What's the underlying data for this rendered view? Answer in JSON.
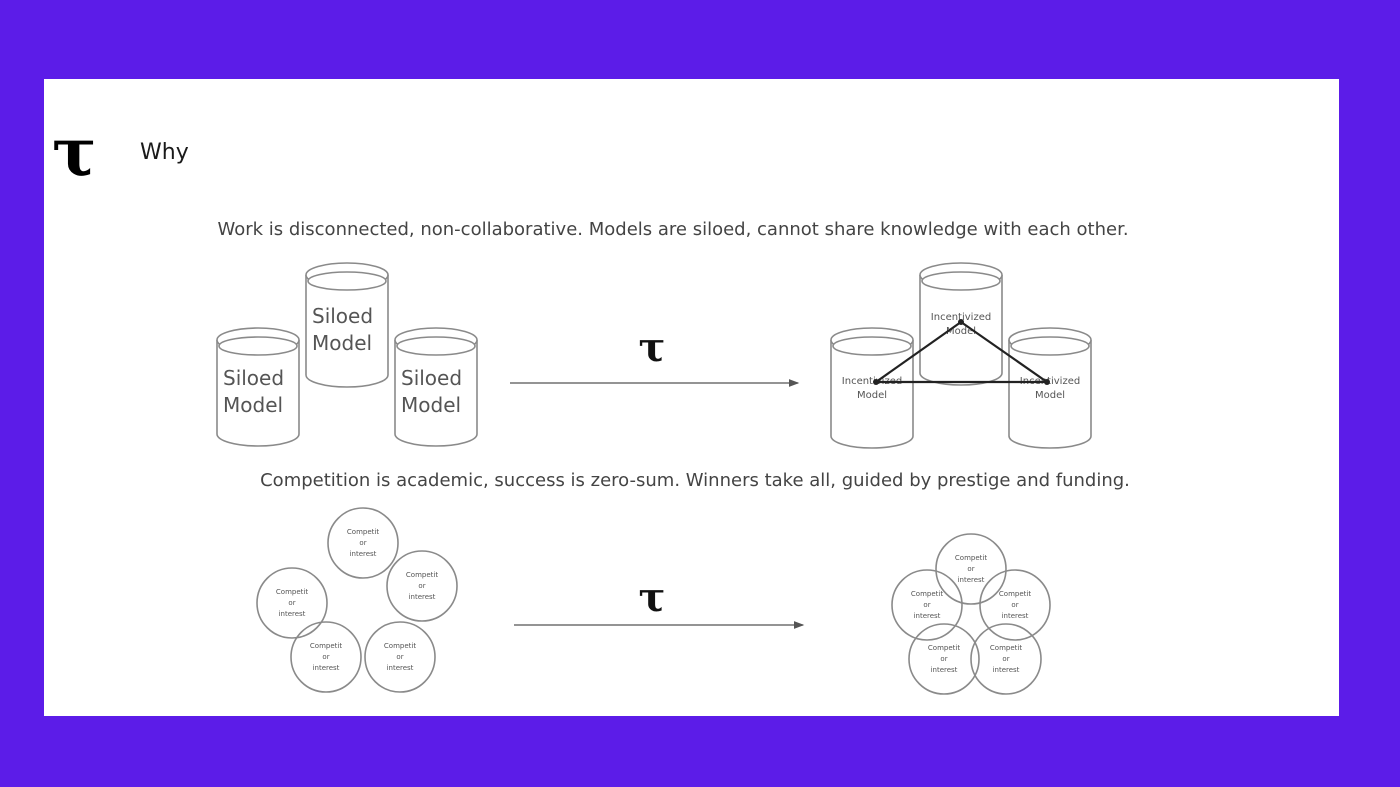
{
  "slide": {
    "logo": "τ",
    "title": "Why"
  },
  "row1": {
    "caption": "Work is disconnected, non-collaborative. Models are siloed, cannot share knowledge with each other.",
    "arrow_symbol": "τ",
    "left_label_line1": "Siloed",
    "left_label_line2": "Model",
    "right_label_line1": "Incentivized",
    "right_label_line2": "Model"
  },
  "row2": {
    "caption": "Competition is academic, success is zero-sum. Winners take all, guided by prestige and funding.",
    "arrow_symbol": "τ",
    "circle_label_line1": "Competit",
    "circle_label_line2": "or",
    "circle_label_line3": "interest"
  }
}
